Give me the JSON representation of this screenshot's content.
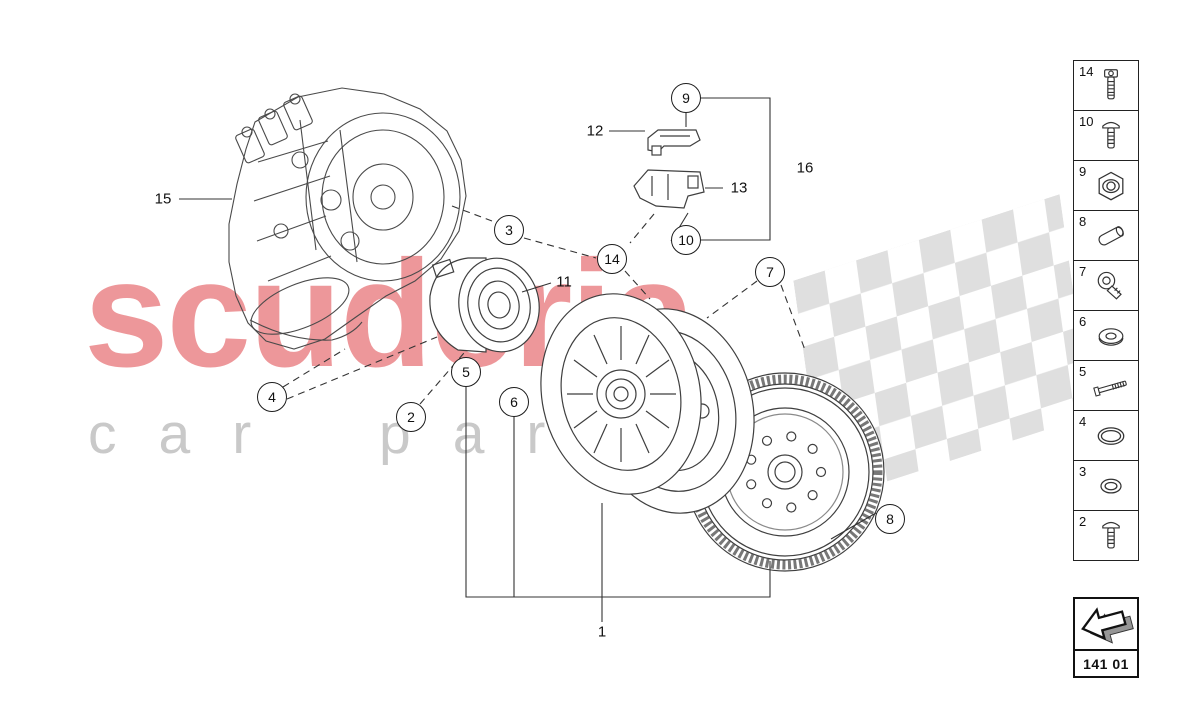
{
  "watermark": {
    "brand": "scuderia",
    "tagline": "car parts",
    "brand_color": "#e04348",
    "tagline_color": "#c9c9c9"
  },
  "diagram": {
    "callouts": [
      {
        "label": "1",
        "style": "plain"
      },
      {
        "label": "2",
        "style": "circle"
      },
      {
        "label": "3",
        "style": "circle"
      },
      {
        "label": "4",
        "style": "circle"
      },
      {
        "label": "5",
        "style": "circle"
      },
      {
        "label": "6",
        "style": "circle"
      },
      {
        "label": "7",
        "style": "circle"
      },
      {
        "label": "8",
        "style": "circle"
      },
      {
        "label": "9",
        "style": "circle"
      },
      {
        "label": "10",
        "style": "circle"
      },
      {
        "label": "11",
        "style": "plain"
      },
      {
        "label": "12",
        "style": "plain"
      },
      {
        "label": "13",
        "style": "plain"
      },
      {
        "label": "14",
        "style": "circle"
      },
      {
        "label": "15",
        "style": "plain"
      },
      {
        "label": "16",
        "style": "plain"
      }
    ],
    "parts": [
      {
        "name": "gearbox"
      },
      {
        "name": "release-bearing"
      },
      {
        "name": "clutch-assembly"
      },
      {
        "name": "flywheel"
      },
      {
        "name": "sensor"
      },
      {
        "name": "mounting-bracket"
      }
    ]
  },
  "sidebar": {
    "items": [
      {
        "label": "14",
        "icon": "cap-screw-icon"
      },
      {
        "label": "10",
        "icon": "pan-screw-icon"
      },
      {
        "label": "9",
        "icon": "hex-nut-icon"
      },
      {
        "label": "8",
        "icon": "dowel-pin-icon"
      },
      {
        "label": "7",
        "icon": "socket-bolt-icon"
      },
      {
        "label": "6",
        "icon": "washer-icon"
      },
      {
        "label": "5",
        "icon": "stud-bolt-icon"
      },
      {
        "label": "4",
        "icon": "seal-ring-icon"
      },
      {
        "label": "3",
        "icon": "o-ring-icon"
      },
      {
        "label": "2",
        "icon": "pan-screw-icon"
      }
    ]
  },
  "nav": {
    "part_code": "141 01"
  }
}
